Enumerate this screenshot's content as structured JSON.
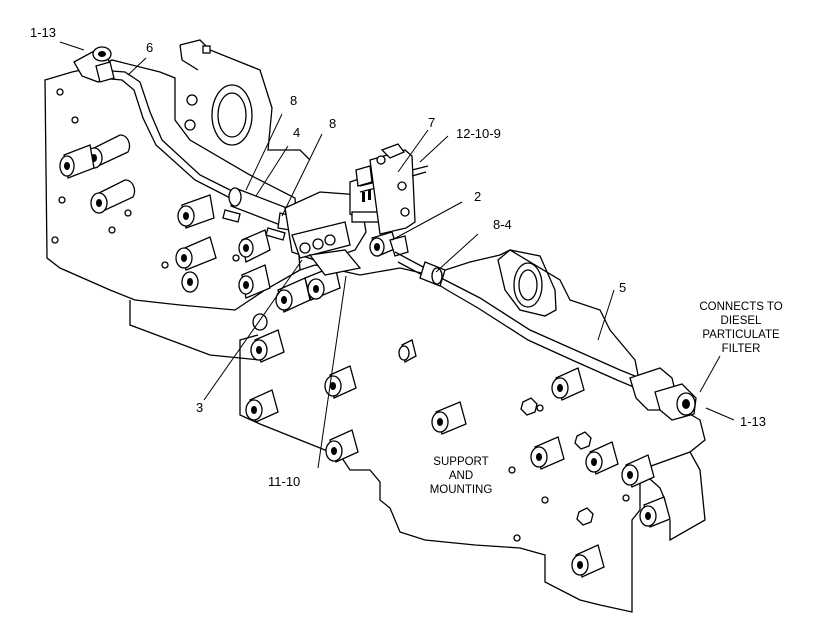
{
  "callouts": {
    "c_1_13_top": "1-13",
    "c_6": "6",
    "c_8_a": "8",
    "c_4": "4",
    "c_8_b": "8",
    "c_7": "7",
    "c_12_10_9": "12-10-9",
    "c_2": "2",
    "c_8_4": "8-4",
    "c_5": "5",
    "c_3": "3",
    "c_11_10": "11-10",
    "c_1_13_right": "1-13"
  },
  "notes": {
    "dpf": [
      "CONNECTS TO",
      "DIESEL",
      "PARTICULATE",
      "FILTER"
    ],
    "support": [
      "SUPPORT",
      "AND",
      "MOUNTING"
    ]
  }
}
